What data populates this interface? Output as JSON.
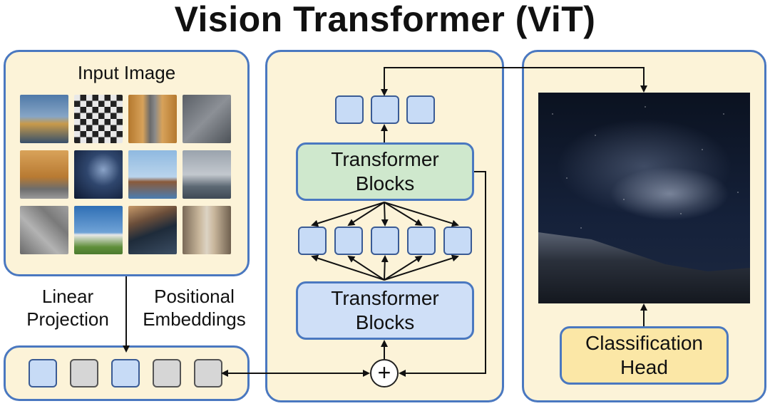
{
  "title": "Vision Transformer (ViT)",
  "input_panel": {
    "label": "Input Image"
  },
  "patches": [
    {
      "name": "coast-rocks-thumb",
      "bg": "linear-gradient(#4f79a8 0%, #86a5c6 45%, #c89a4a 60%, #37506b 100%)"
    },
    {
      "name": "checker-floor-thumb",
      "bg": "repeating-conic-gradient(#222 0% 25%, #e8e8e8 0% 50%) 0 0/17px 17px"
    },
    {
      "name": "autumn-shrine-thumb",
      "bg": "linear-gradient(90deg, #b5792e 0%, #d7a25a 30%, #6b6b6b 45%, #8a8a8a 55%, #d7a25a 70%, #b5792e 100%)"
    },
    {
      "name": "gravel-texture-thumb",
      "bg": "linear-gradient(135deg, #5a5f66, #8c9096 50%, #4d5258)"
    },
    {
      "name": "autumn-path-thumb",
      "bg": "linear-gradient(#d9a35a 0%, #b87a32 55%, #6d6d6d 80%, #9a9a9a 100%)"
    },
    {
      "name": "galaxy-thumb",
      "bg": "radial-gradient(ellipse at 60% 40%, #8aa3c8 0%, #2f466d 40%, #0e1a33 100%)"
    },
    {
      "name": "lakeside-church-thumb",
      "bg": "linear-gradient(#8fb9e0 0%, #b9d4ec 55%, #8a5a3a 65%, #4a7db0 100%)"
    },
    {
      "name": "cloudy-sea-thumb",
      "bg": "linear-gradient(#9aa3ad 0%, #c3c8ce 50%, #5c6873 75%, #3f4a55 100%)"
    },
    {
      "name": "stone-texture-thumb",
      "bg": "linear-gradient(45deg, #6a6a6a, #b3b3b3 40%, #7a7a7a 70%, #a0a0a0)"
    },
    {
      "name": "tower-thumb",
      "bg": "linear-gradient(#2f6fb5 0%, #6fa2d6 55%, #e8e8e8 60%, #5f8f3a 85%, #4b7a2f 100%)"
    },
    {
      "name": "solar-panel-thumb",
      "bg": "linear-gradient(160deg, #c79a6a 0%, #6b4e3a 30%, #1e2b3a 55%, #3b4d63 100%)"
    },
    {
      "name": "city-street-thumb",
      "bg": "linear-gradient(90deg, #7a6a58 0%, #c9b79c 35%, #dcd3c4 50%, #c9b79c 65%, #6f604f 100%)"
    }
  ],
  "linear_projection_label": "Linear\nProjection",
  "positional_embeddings_label": "Positional\nEmbeddings",
  "embed_tokens": [
    "blue",
    "gray",
    "blue",
    "gray",
    "gray"
  ],
  "transformer_top": {
    "line1": "Transformer",
    "line2": "Blocks",
    "fill": "#cfe8cd"
  },
  "transformer_bottom": {
    "line1": "Transformer",
    "line2": "Blocks",
    "fill": "#cfdff7"
  },
  "plus_symbol": "+",
  "output_tokens": [
    "blue",
    "blue",
    "blue"
  ],
  "mid_tokens": [
    "blue",
    "blue",
    "blue",
    "blue",
    "blue"
  ],
  "classification_head": {
    "line1": "Classification",
    "line2": "Head",
    "fill": "#fbe7a6"
  },
  "colors": {
    "accent": "#4a78c0",
    "panel": "#fcf3d8",
    "token": "#c7dbf6"
  }
}
